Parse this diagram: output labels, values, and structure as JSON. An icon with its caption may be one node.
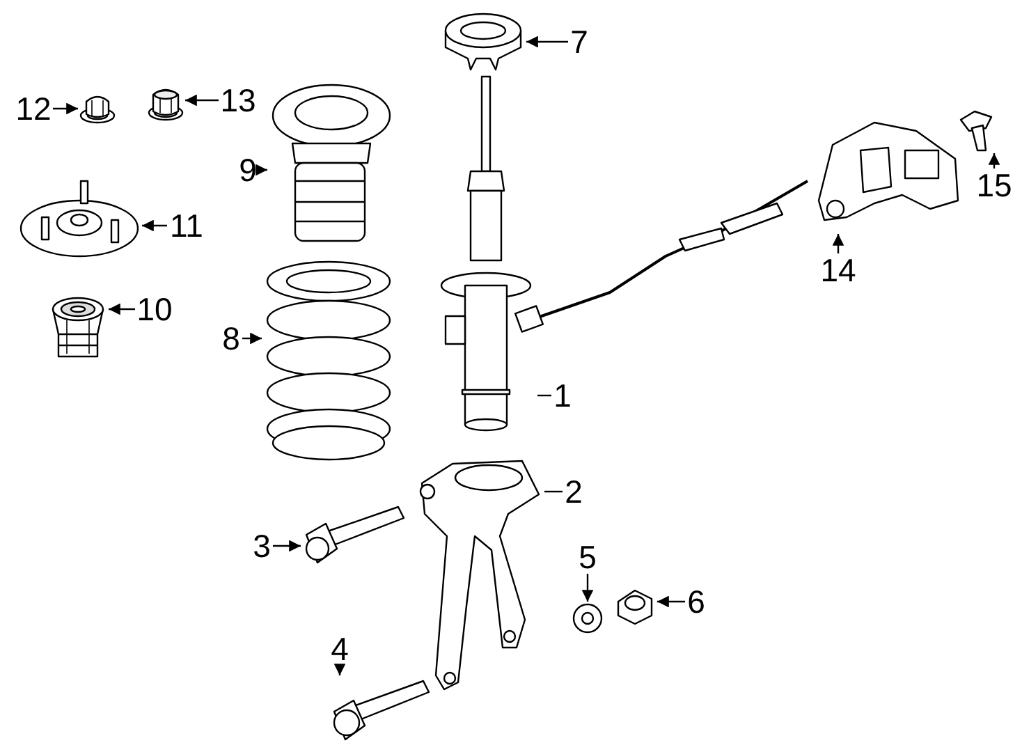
{
  "diagram": {
    "nodes": [
      {
        "text": [
          "1"
        ]
      },
      {
        "text": [
          "2"
        ]
      },
      {
        "text": [
          "3"
        ]
      },
      {
        "text": [
          "4"
        ]
      },
      {
        "text": [
          "5"
        ]
      },
      {
        "text": [
          "6"
        ]
      },
      {
        "text": [
          "7"
        ]
      },
      {
        "text": [
          "8"
        ]
      },
      {
        "text": [
          "9"
        ]
      },
      {
        "text": [
          "10"
        ]
      },
      {
        "text": [
          "11"
        ]
      },
      {
        "text": [
          "12"
        ]
      },
      {
        "text": [
          "13"
        ]
      },
      {
        "text": [
          "14"
        ]
      },
      {
        "text": [
          "15"
        ]
      },
      {
        "text": [],
        "shape": "picture"
      },
      {
        "text": [],
        "shape": "picture"
      },
      {
        "text": [],
        "shape": "picture"
      },
      {
        "text": [],
        "shape": "picture"
      },
      {
        "text": [],
        "shape": "picture"
      },
      {
        "text": [],
        "shape": "picture"
      },
      {
        "text": [],
        "shape": "picture"
      },
      {
        "text": [],
        "shape": "picture"
      },
      {
        "text": [],
        "shape": "picture"
      },
      {
        "text": [],
        "shape": "picture"
      },
      {
        "text": [],
        "shape": "picture"
      },
      {
        "text": [],
        "shape": "picture"
      },
      {
        "text": [],
        "shape": "picture"
      },
      {
        "text": [],
        "shape": "picture"
      },
      {
        "text": [],
        "shape": "picture"
      }
    ],
    "edges": [
      {
        "from": 0,
        "to": 15,
        "arrow": "none"
      },
      {
        "from": 1,
        "to": 16,
        "arrow": "none"
      },
      {
        "from": 2,
        "to": 17,
        "arrow": "to"
      },
      {
        "from": 3,
        "to": 18,
        "arrow": "to"
      },
      {
        "from": 4,
        "to": 19,
        "arrow": "to"
      },
      {
        "from": 5,
        "to": 20,
        "arrow": "to"
      },
      {
        "from": 6,
        "to": 21,
        "arrow": "to"
      },
      {
        "from": 7,
        "to": 22,
        "arrow": "to"
      },
      {
        "from": 8,
        "to": 23,
        "arrow": "to"
      },
      {
        "from": 9,
        "to": 24,
        "arrow": "to"
      },
      {
        "from": 10,
        "to": 25,
        "arrow": "to"
      },
      {
        "from": 11,
        "to": 26,
        "arrow": "to"
      },
      {
        "from": 12,
        "to": 27,
        "arrow": "to"
      },
      {
        "from": 13,
        "to": 28,
        "arrow": "to"
      },
      {
        "from": 14,
        "to": 29,
        "arrow": "to"
      }
    ]
  }
}
